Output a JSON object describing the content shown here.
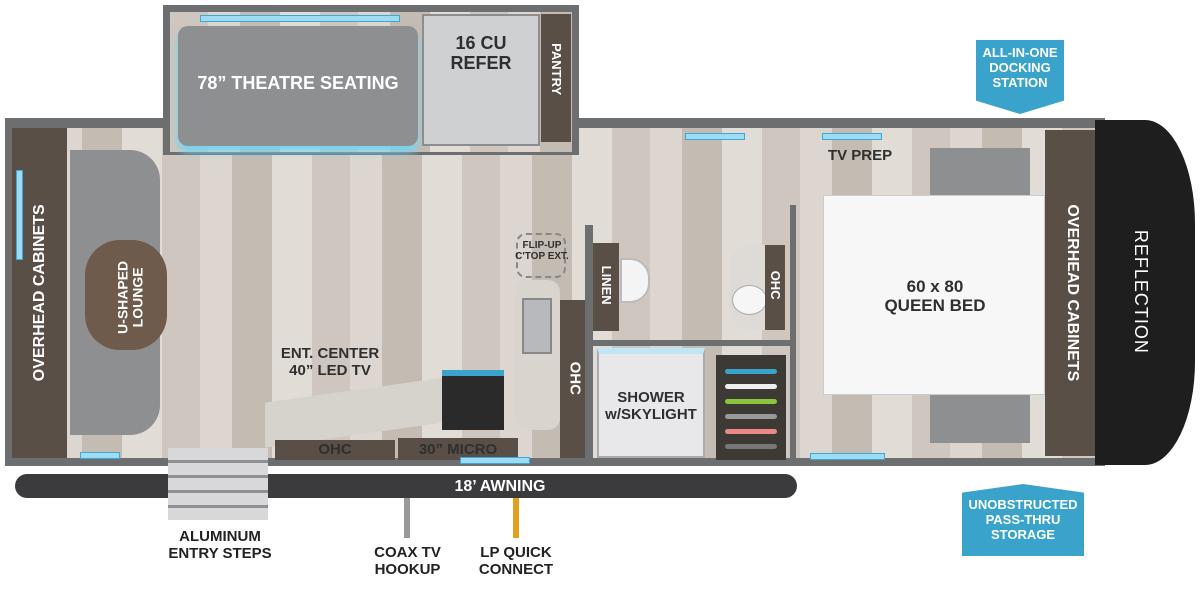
{
  "rooms": {
    "theatre_seating": "78” THEATRE SEATING",
    "refer": "16 CU\nREFER",
    "pantry": "PANTRY",
    "overhead_cabinets_left": "OVERHEAD CABINETS",
    "lounge": "U-SHAPED\nLOUNGE",
    "ent_center": "ENT. CENTER\n40” LED TV",
    "flip_up": "FLIP-UP\nC'TOP EXT.",
    "linen": "LINEN",
    "ohc_kitchen": "OHC",
    "ohc_bath": "OHC",
    "ohc_bottom": "OHC",
    "micro": "30” MICRO",
    "shower": "SHOWER\nw/SKYLIGHT",
    "tv_prep": "TV PREP",
    "queen_bed": "60 x 80\nQUEEN BED",
    "overhead_cabinets_right": "OVERHEAD CABINETS",
    "brand": "REFLECTION",
    "awning": "18’ AWNING"
  },
  "callouts": {
    "docking": "ALL-IN-ONE\nDOCKING\nSTATION",
    "storage": "UNOBSTRUCTED\nPASS-THRU\nSTORAGE",
    "steps": "ALUMINUM\nENTRY STEPS",
    "coax": "COAX TV\nHOOKUP",
    "lp": "LP QUICK\nCONNECT"
  },
  "colors": {
    "accent": "#3aa3cc",
    "wall": "#6d6e70",
    "cap": "#1e1e1e"
  }
}
